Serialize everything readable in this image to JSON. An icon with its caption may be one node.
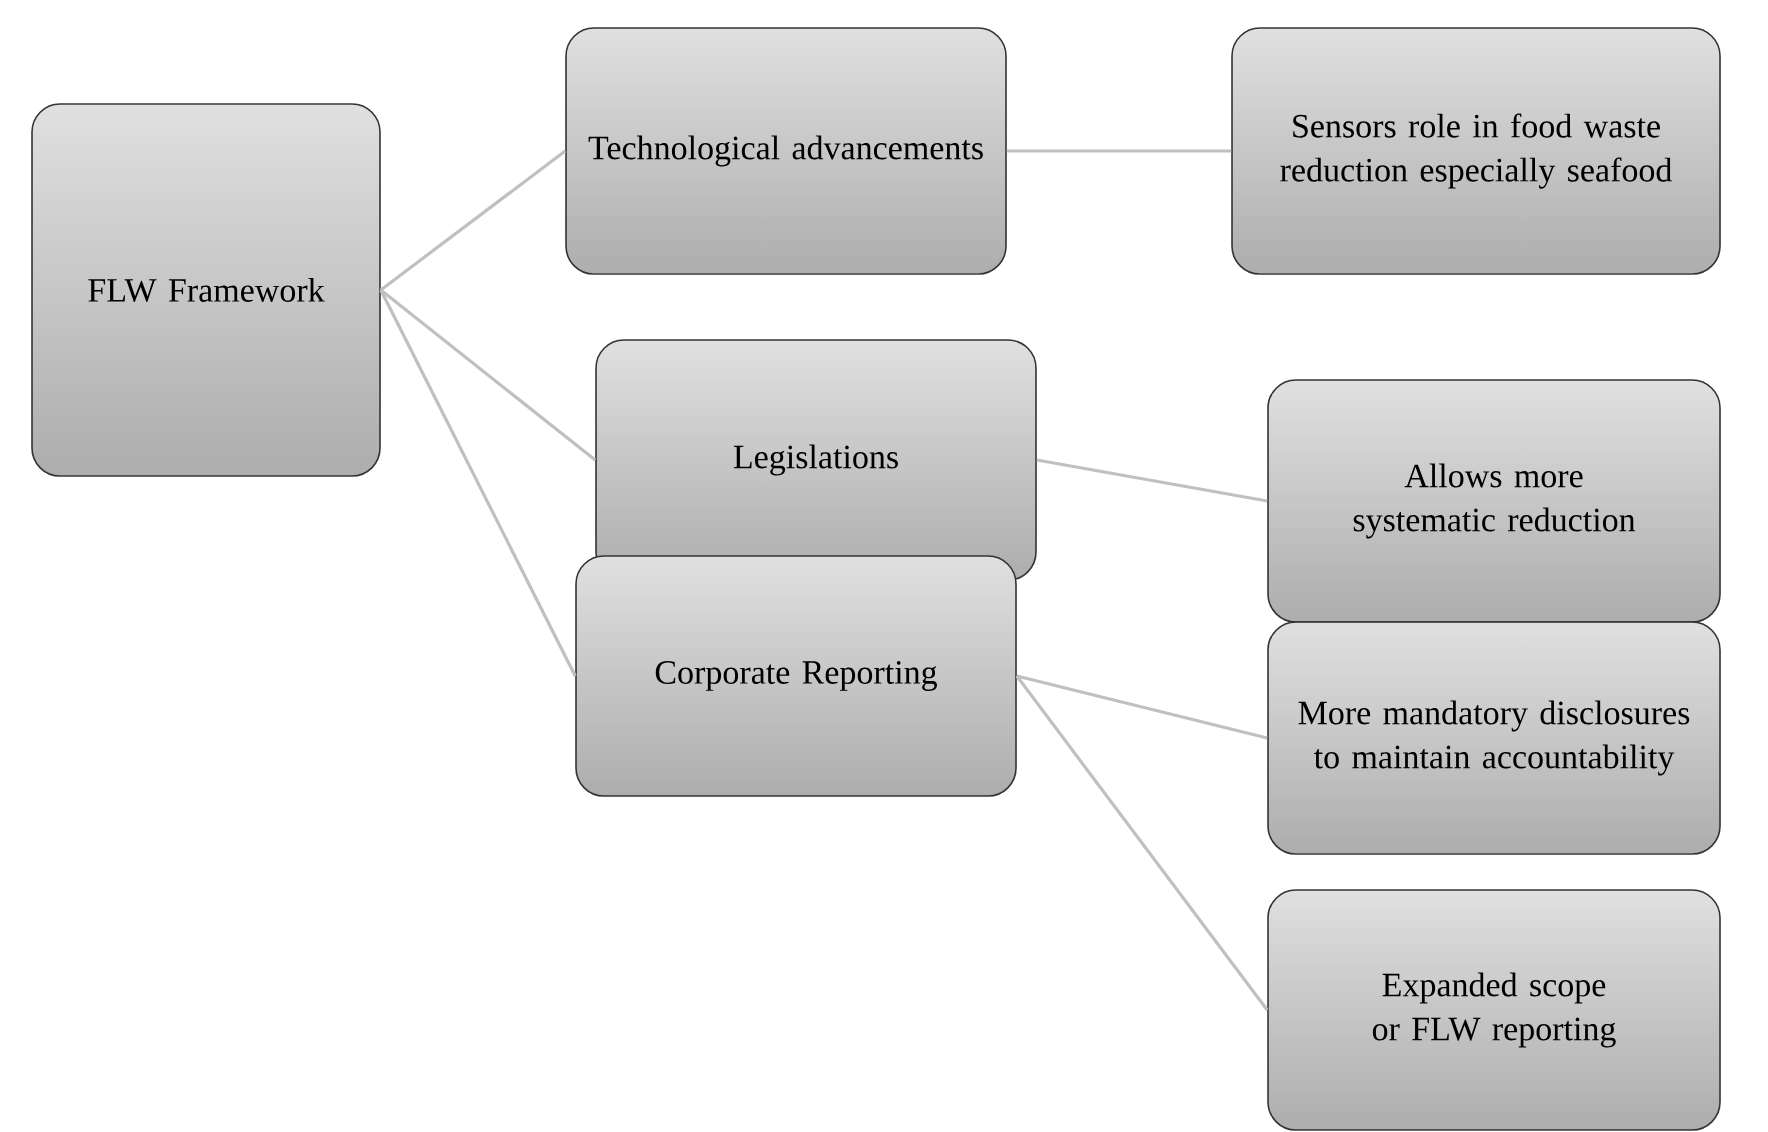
{
  "diagram": {
    "nodes": [
      {
        "text": [
          "FLW Framework"
        ]
      },
      {
        "text": [
          "Technological advancements"
        ]
      },
      {
        "text": [
          "Legislations"
        ]
      },
      {
        "text": [
          "Corporate Reporting"
        ]
      },
      {
        "text": [
          "Sensors role in food waste reduction especially seafood"
        ]
      },
      {
        "text": [
          "Allows more systematic reduction"
        ]
      },
      {
        "text": [
          "More mandatory disclosures to maintain accountability"
        ]
      },
      {
        "text": [
          "Expanded scope or FLW reporting"
        ]
      }
    ],
    "edges": [
      {
        "from": 0,
        "to": 1,
        "arrow": "none"
      },
      {
        "from": 0,
        "to": 2,
        "arrow": "none"
      },
      {
        "from": 0,
        "to": 3,
        "arrow": "none"
      },
      {
        "from": 1,
        "to": 4,
        "arrow": "none"
      },
      {
        "from": 2,
        "to": 5,
        "arrow": "none"
      },
      {
        "from": 3,
        "to": 6,
        "arrow": "none"
      },
      {
        "from": 3,
        "to": 7,
        "arrow": "none"
      }
    ]
  }
}
